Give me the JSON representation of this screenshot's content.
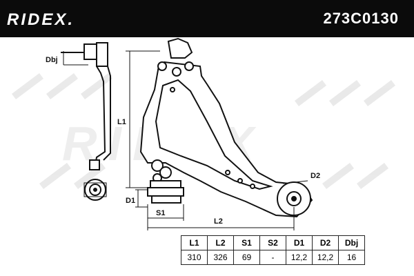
{
  "header": {
    "brand": "RIDEX.",
    "part_number": "273C0130"
  },
  "watermark": "RIDEX",
  "dimension_labels": {
    "dbj": "Dbj",
    "l1": "L1",
    "l2": "L2",
    "d1": "D1",
    "d2": "D2",
    "s1": "S1"
  },
  "spec_table": {
    "headers": [
      "L1",
      "L2",
      "S1",
      "S2",
      "D1",
      "D2",
      "Dbj"
    ],
    "values": [
      "310",
      "326",
      "69",
      "-",
      "12,2",
      "12,2",
      "16"
    ]
  }
}
